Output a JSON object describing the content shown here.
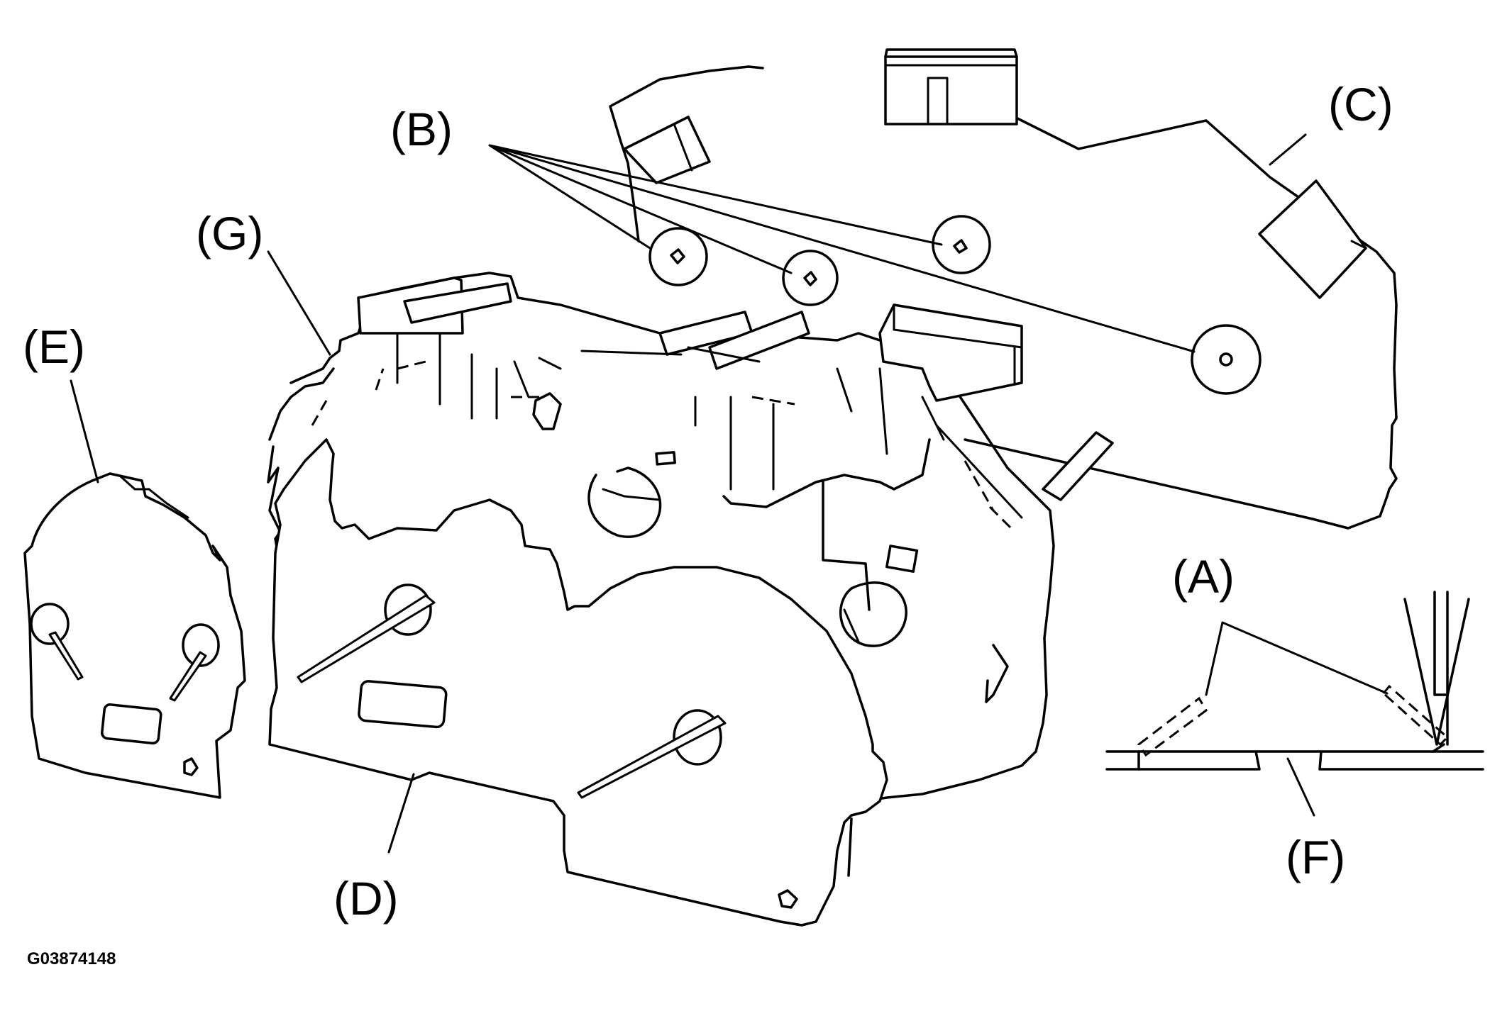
{
  "labels": {
    "a": "(A)",
    "b": "(B)",
    "c": "(C)",
    "d": "(D)",
    "e": "(E)",
    "f": "(F)",
    "g": "(G)"
  },
  "figure_id": "G03874148"
}
